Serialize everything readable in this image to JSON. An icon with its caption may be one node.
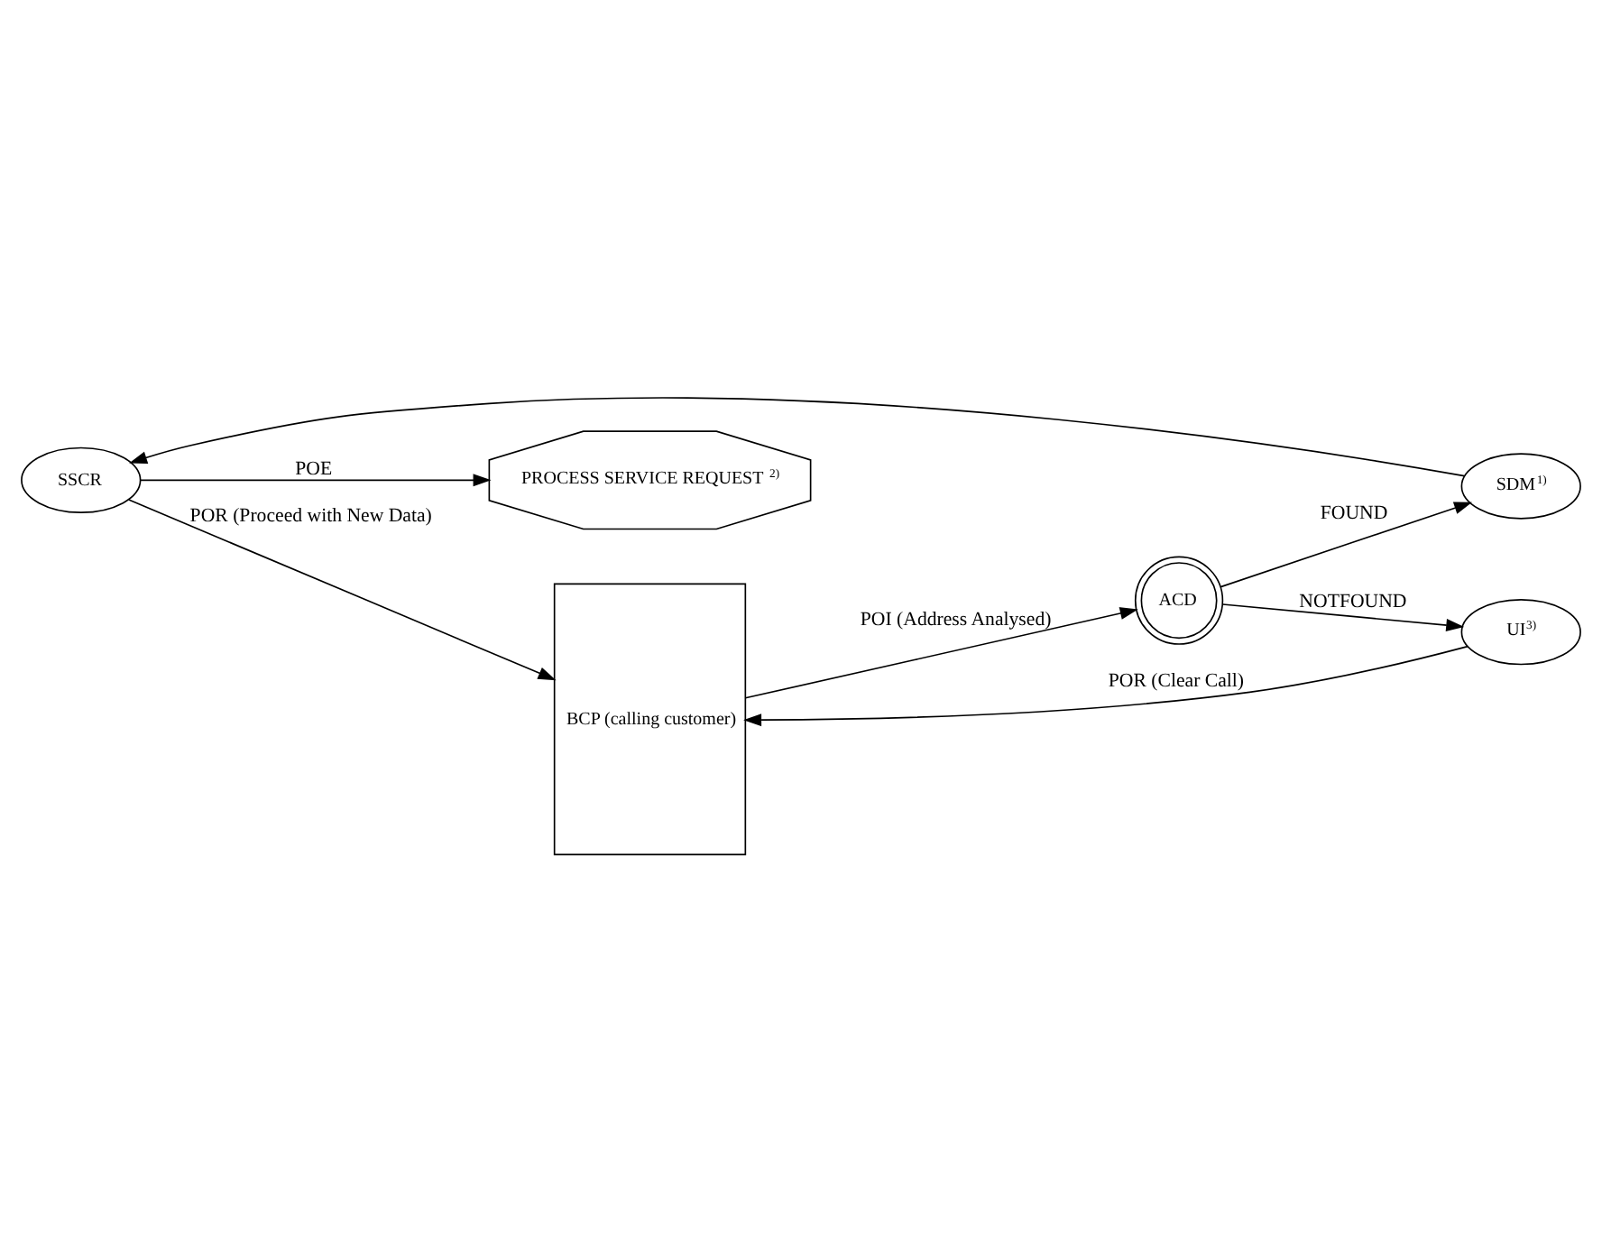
{
  "diagram": {
    "nodes": [
      {
        "text": [
          "PROCESS SERVICE REQUEST$^{2)}$"
        ]
      },
      {
        "text": [
          "SDM$^{1)}$"
        ]
      },
      {
        "text": [
          "SSCR"
        ]
      },
      {
        "text": [
          "BCP (calling customer)"
        ]
      },
      {
        "text": [
          "ACD"
        ]
      },
      {
        "text": [
          "UI$^{3)}$"
        ]
      }
    ],
    "edges": [
      {
        "from": 3,
        "to": 4,
        "arrow": "to",
        "label": "POI (Address Analysed)"
      },
      {
        "from": 4,
        "to": 1,
        "arrow": "to",
        "label": "FOUND"
      },
      {
        "from": 1,
        "to": 2,
        "arrow": "to"
      },
      {
        "from": 2,
        "to": 0,
        "arrow": "to",
        "label": "POE"
      },
      {
        "from": 4,
        "to": 5,
        "arrow": "to",
        "label": "NOTFOUND"
      },
      {
        "from": 5,
        "to": 3,
        "arrow": "to",
        "label": "POR (Clear Call)"
      },
      {
        "from": 2,
        "to": 3,
        "arrow": "to",
        "label": "POR (Proceed with New Data)"
      }
    ]
  }
}
